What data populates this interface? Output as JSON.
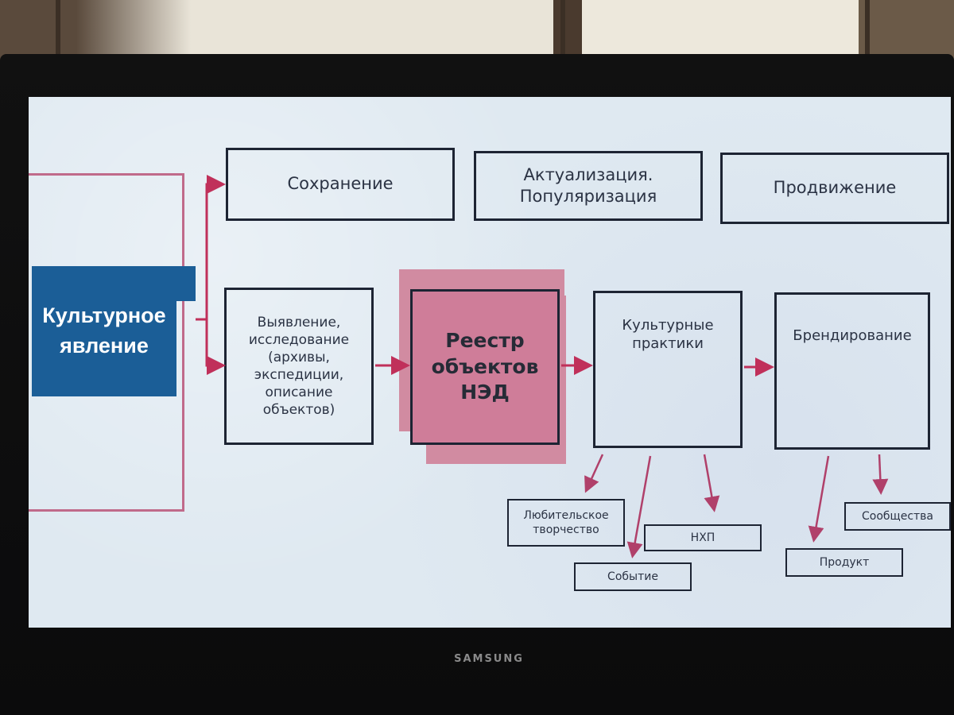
{
  "slide": {
    "left_box": "Культурное\nявление",
    "top_boxes": [
      "Сохранение",
      "Актуализация.\nПопуляризация",
      "Продвижение"
    ],
    "identification": "Выявление,\nисследование\n(архивы,\nэкспедиции,\nописание\nобъектов)",
    "registry": "Реестр\nобъектов\nНЭД",
    "practices": "Культурные\nпрактики",
    "branding": "Брендирование",
    "practices_children": [
      "Любительское\nтворчество",
      "Событие",
      "НХП"
    ],
    "branding_children": [
      "Продукт",
      "Сообщества"
    ]
  },
  "monitor": {
    "brand": "SAMSUNG"
  },
  "colors": {
    "accent": "#cf7d99",
    "arrow": "#c0305a",
    "blue": "#1b5e97",
    "border": "#1d2433"
  }
}
